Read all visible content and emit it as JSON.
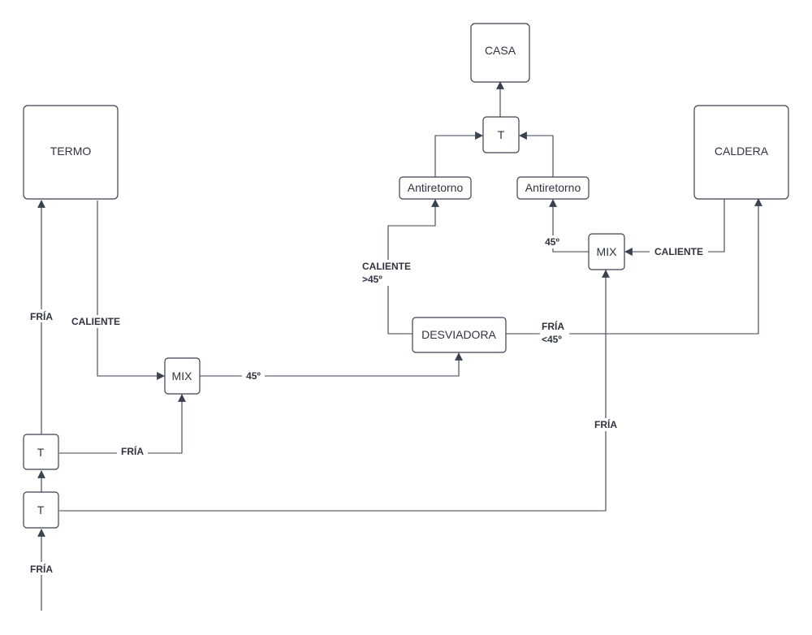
{
  "nodes": {
    "termo": "TERMO",
    "caldera": "CALDERA",
    "casa": "CASA",
    "t_casa": "T",
    "antiretorno_left": "Antiretorno",
    "antiretorno_right": "Antiretorno",
    "mix_right": "MIX",
    "desviadora": "DESVIADORA",
    "mix_left": "MIX",
    "t_upper": "T",
    "t_lower": "T"
  },
  "edge_labels": {
    "fria_termo": "FRÍA",
    "caliente_termo": "CALIENTE",
    "mix_45": "45º",
    "fria_t_mix": "FRÍA",
    "fria_inlet": "FRÍA",
    "fria_to_mix_right": "FRÍA",
    "caliente_caldera": "CALIENTE",
    "mix_right_45": "45º",
    "caliente_gt45_line1": "CALIENTE",
    "caliente_gt45_line2": ">45º",
    "fria_lt45_line1": "FRÍA",
    "fria_lt45_line2": "<45º"
  },
  "colors": {
    "stroke": "#3a4150",
    "text": "#2f3440",
    "background": "#ffffff"
  }
}
